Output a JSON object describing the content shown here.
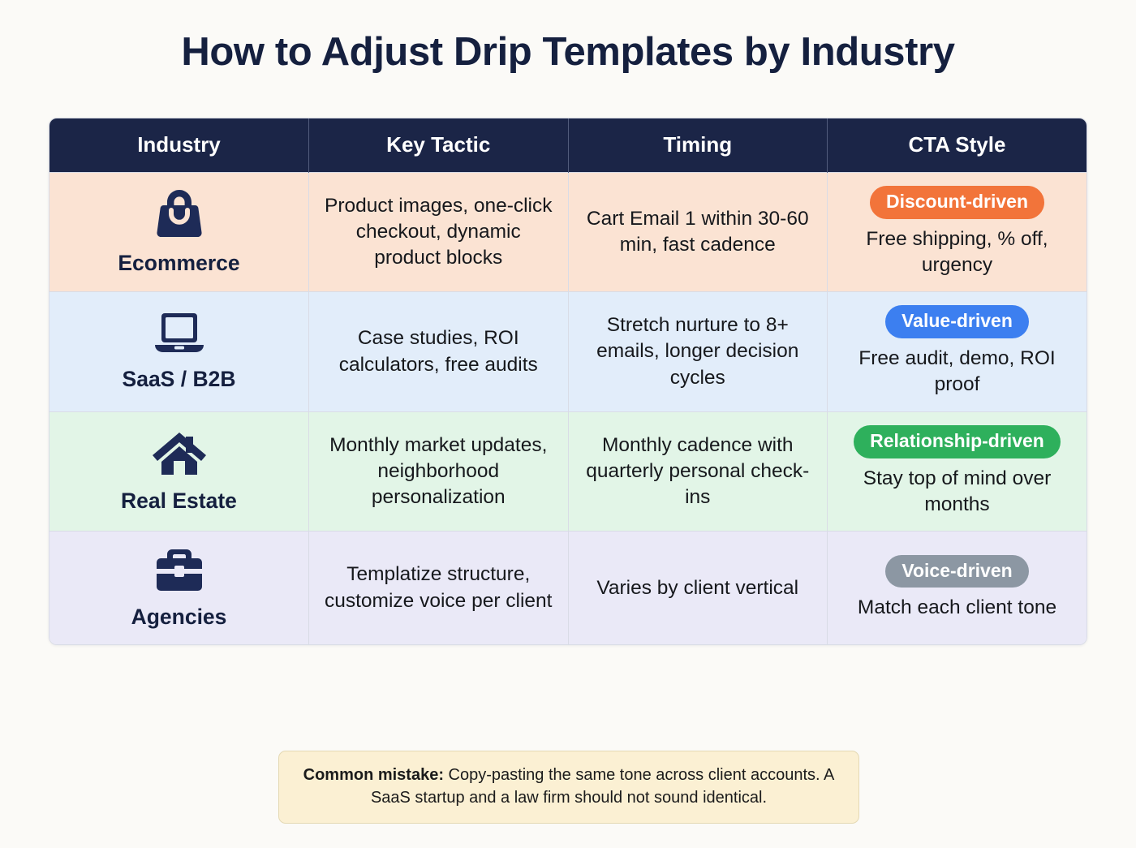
{
  "page": {
    "title": "How to Adjust Drip Templates by Industry",
    "background_color": "#FBFAF7",
    "title_color": "#15203F"
  },
  "table": {
    "header_bg": "#1B2547",
    "columns": [
      {
        "key": "industry",
        "label": "Industry"
      },
      {
        "key": "key_tactic",
        "label": "Key Tactic"
      },
      {
        "key": "timing",
        "label": "Timing"
      },
      {
        "key": "cta_style",
        "label": "CTA Style"
      }
    ],
    "rows": [
      {
        "industry": "Ecommerce",
        "icon": "shopping-bag-icon",
        "row_color": "#FBE3D3",
        "key_tactic": "Product images, one-click checkout, dynamic product blocks",
        "timing": "Cart Email 1 within 30-60 min, fast cadence",
        "cta_badge": "Discount-driven",
        "cta_badge_color": "#F2743A",
        "cta_desc": "Free shipping, % off, urgency"
      },
      {
        "industry": "SaaS / B2B",
        "icon": "laptop-icon",
        "row_color": "#E2EDFA",
        "key_tactic": "Case studies, ROI calculators, free audits",
        "timing": "Stretch nurture to 8+ emails, longer decision cycles",
        "cta_badge": "Value-driven",
        "cta_badge_color": "#3C7FF0",
        "cta_desc": "Free audit, demo, ROI proof"
      },
      {
        "industry": "Real Estate",
        "icon": "house-icon",
        "row_color": "#E2F5E7",
        "key_tactic": "Monthly market updates, neighborhood personalization",
        "timing": "Monthly cadence with quarterly personal check-ins",
        "cta_badge": "Relationship-driven",
        "cta_badge_color": "#2EB05C",
        "cta_desc": "Stay top of mind over months"
      },
      {
        "industry": "Agencies",
        "icon": "briefcase-icon",
        "row_color": "#EAE9F7",
        "key_tactic": "Templatize structure, customize voice per client",
        "timing": "Varies by client vertical",
        "cta_badge": "Voice-driven",
        "cta_badge_color": "#8C97A3",
        "cta_desc": "Match each client tone"
      }
    ]
  },
  "note": {
    "label": "Common mistake:",
    "text": " Copy-pasting the same tone across client accounts. A SaaS startup and a law firm should not sound identical.",
    "background_color": "#FBF0D3"
  }
}
